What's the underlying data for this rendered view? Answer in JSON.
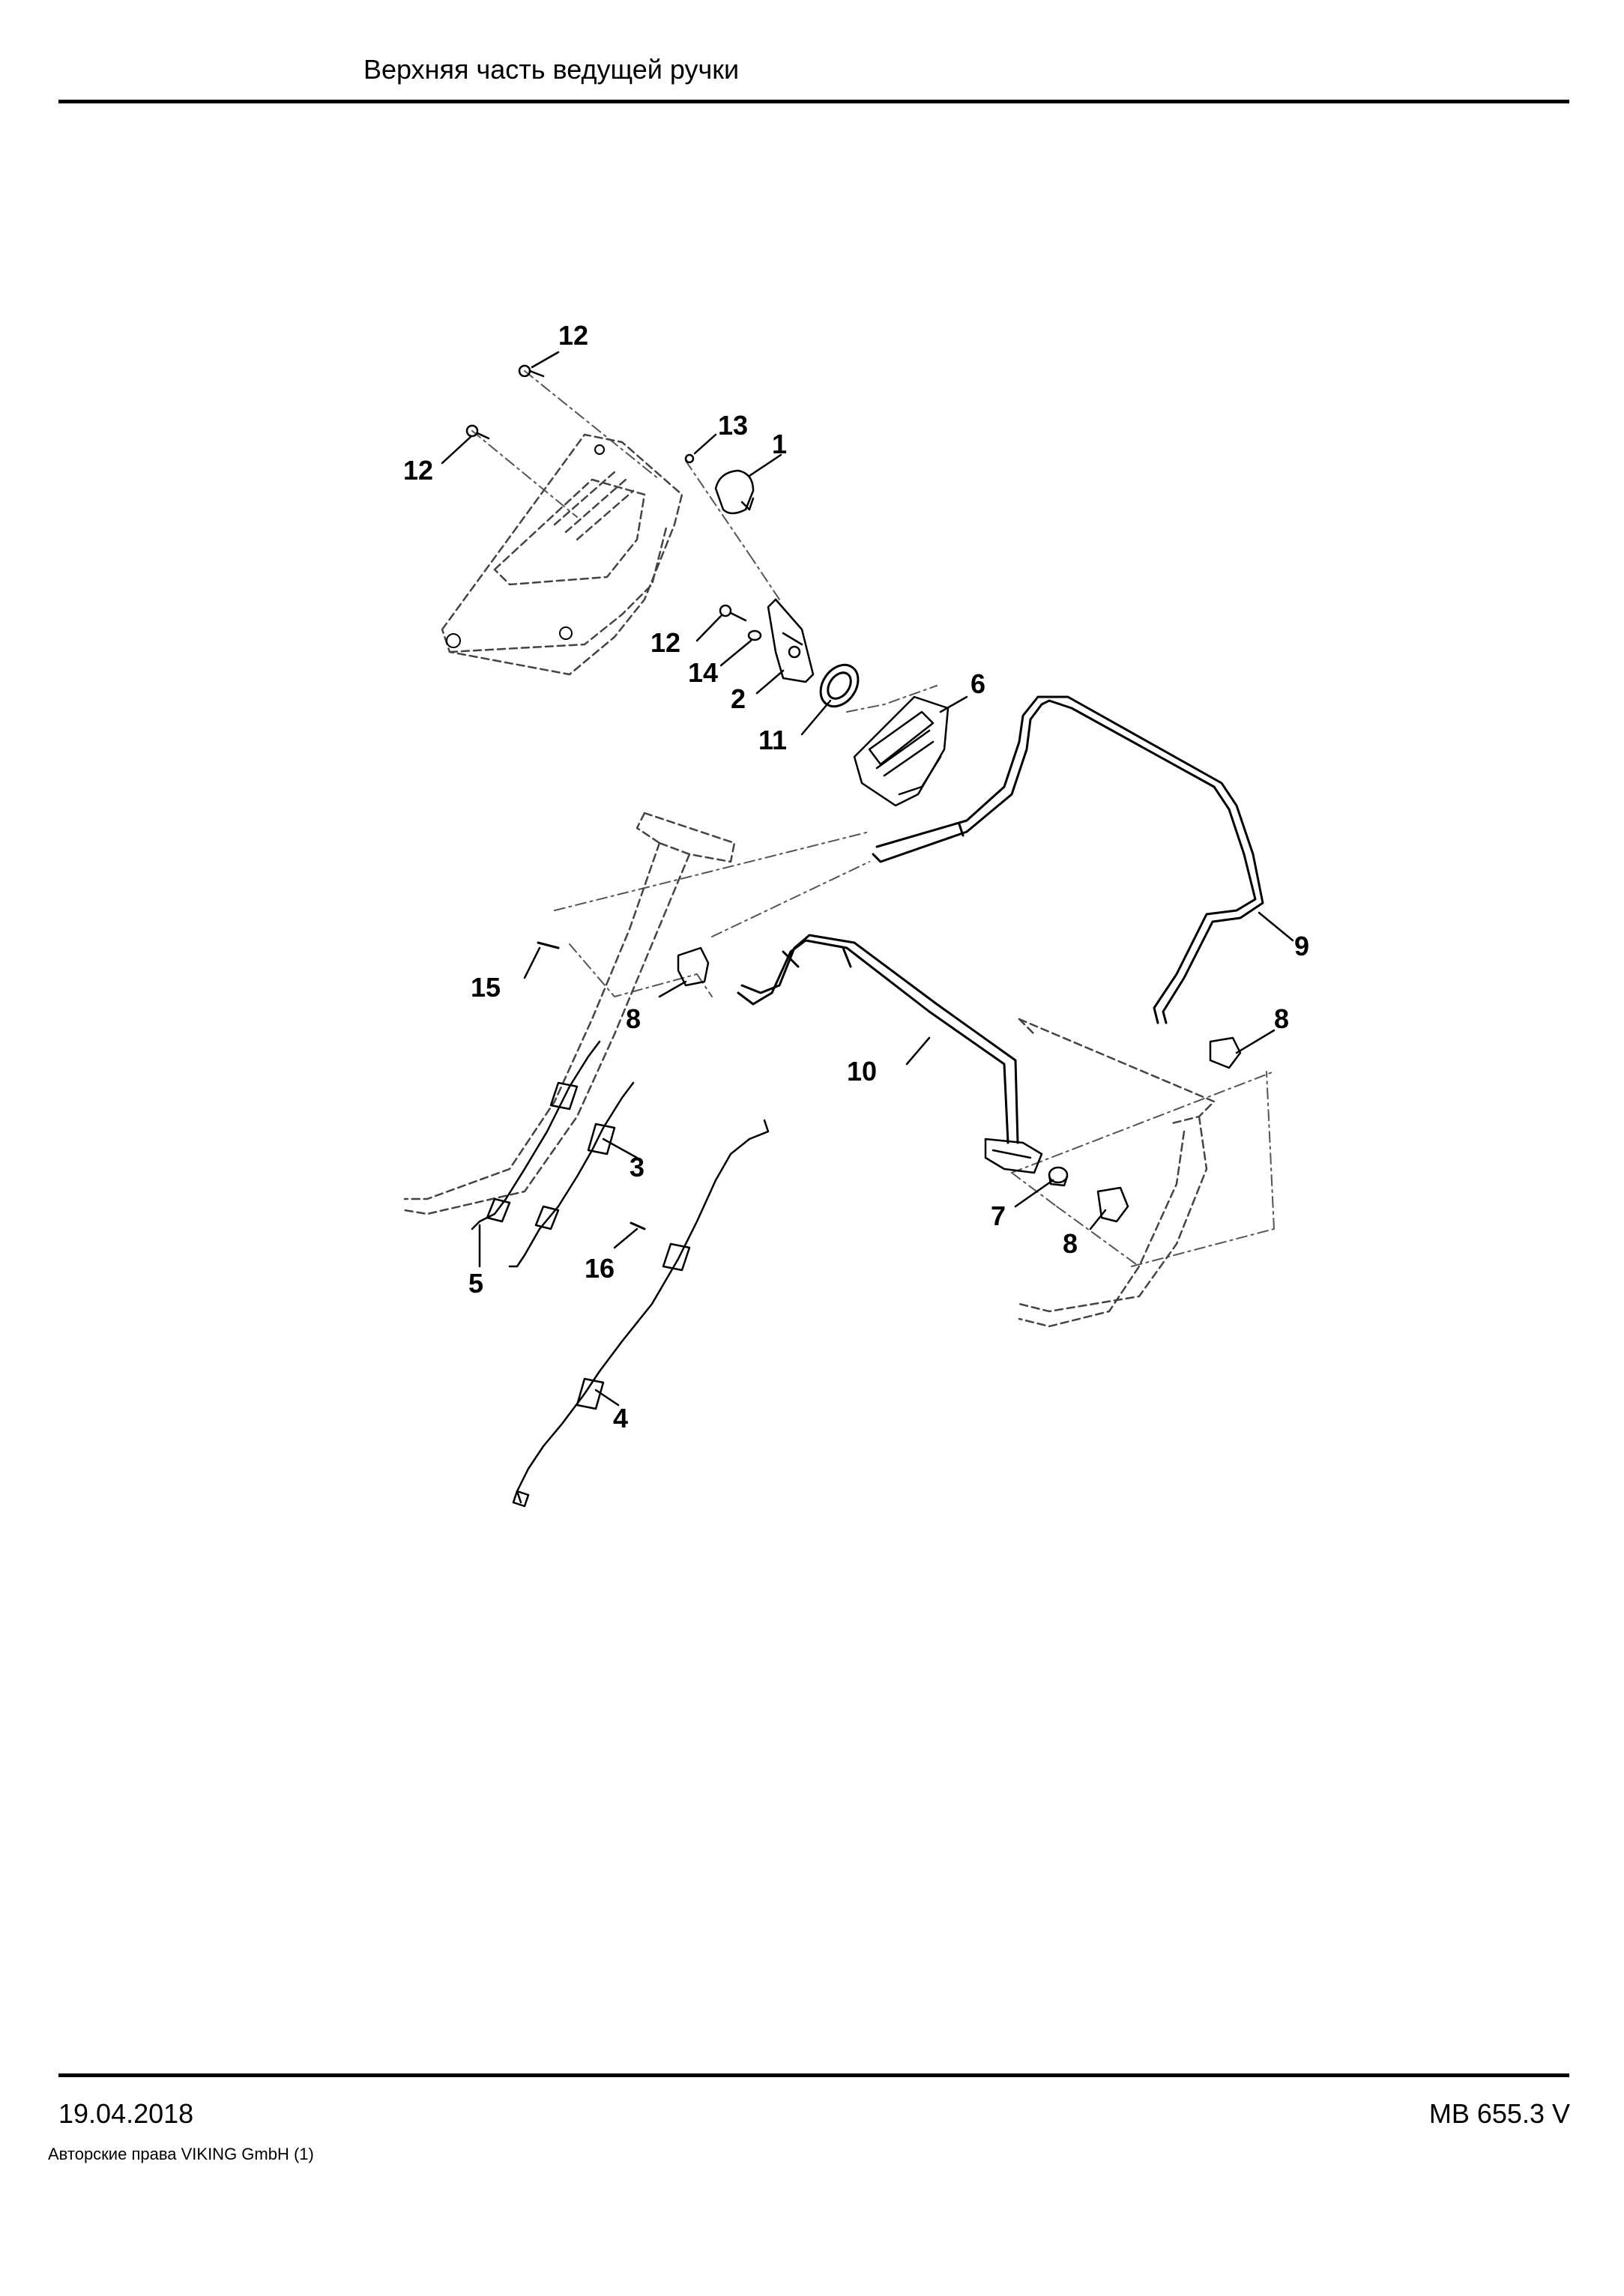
{
  "header": {
    "title": "Верхняя часть ведущей ручки"
  },
  "footer": {
    "date": "19.04.2018",
    "model": "MB 655.3 V",
    "copyright": "Авторские права VIKING GmbH  (1)"
  },
  "diagram": {
    "callouts": [
      {
        "id": "c12a",
        "label": "12"
      },
      {
        "id": "c12b",
        "label": "12"
      },
      {
        "id": "c13",
        "label": "13"
      },
      {
        "id": "c1",
        "label": "1"
      },
      {
        "id": "c12c",
        "label": "12"
      },
      {
        "id": "c14",
        "label": "14"
      },
      {
        "id": "c2",
        "label": "2"
      },
      {
        "id": "c11",
        "label": "11"
      },
      {
        "id": "c6",
        "label": "6"
      },
      {
        "id": "c9",
        "label": "9"
      },
      {
        "id": "c8a",
        "label": "8"
      },
      {
        "id": "c15",
        "label": "15"
      },
      {
        "id": "c8b",
        "label": "8"
      },
      {
        "id": "c10",
        "label": "10"
      },
      {
        "id": "c3",
        "label": "3"
      },
      {
        "id": "c7",
        "label": "7"
      },
      {
        "id": "c8c",
        "label": "8"
      },
      {
        "id": "c5",
        "label": "5"
      },
      {
        "id": "c16",
        "label": "16"
      },
      {
        "id": "c4",
        "label": "4"
      }
    ]
  }
}
